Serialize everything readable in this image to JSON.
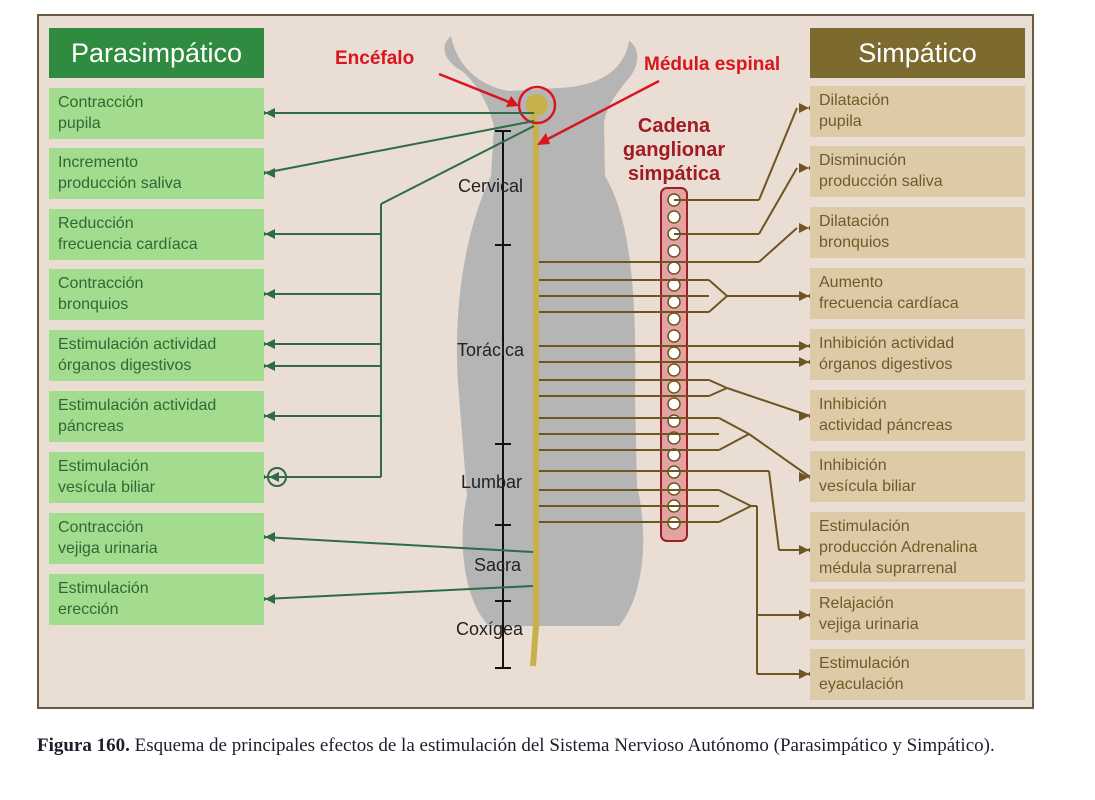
{
  "headers": {
    "parasympathetic": "Parasimpático",
    "sympathetic": "Simpático"
  },
  "labels": {
    "brain": "Encéfalo",
    "spinal_cord": "Médula espinal",
    "chain": "Cadena\nganglionar\nsimpática"
  },
  "spine_regions": [
    "Cervical",
    "Torácica",
    "Lumbar",
    "Sacra",
    "Coxígea"
  ],
  "parasympathetic_effects": [
    "Contracción\npupila",
    "Incremento\nproducción saliva",
    "Reducción\nfrecuencia cardíaca",
    "Contracción\nbronquios",
    "Estimulación actividad\nórganos digestivos",
    "Estimulación actividad\npáncreas",
    "Estimulación\nvesícula biliar",
    "Contracción\nvejiga urinaria",
    "Estimulación\nerección"
  ],
  "sympathetic_effects": [
    "Dilatación\npupila",
    "Disminución\nproducción saliva",
    "Dilatación\nbronquios",
    "Aumento\nfrecuencia cardíaca",
    "Inhibición actividad\nórganos digestivos",
    "Inhibición\nactividad páncreas",
    "Inhibición\nvesícula biliar",
    "Estimulación\nproducción Adrenalina\nmédula suprarrenal",
    "Relajación\nvejiga urinaria",
    "Estimulación\neyaculación"
  ],
  "caption": {
    "label": "Figura 160.",
    "text": " Esquema de principales efectos de la estimulación del Sistema Nervioso Autónomo (Parasimpático y Simpático)."
  },
  "colors": {
    "parasympathetic_box": "#a3dc8f",
    "parasympathetic_header": "#2e8b3f",
    "parasympathetic_line": "#2e6b47",
    "sympathetic_box": "#dccba6",
    "sympathetic_header": "#7c6a2e",
    "sympathetic_line": "#6e5522",
    "highlight": "#d8161f"
  }
}
